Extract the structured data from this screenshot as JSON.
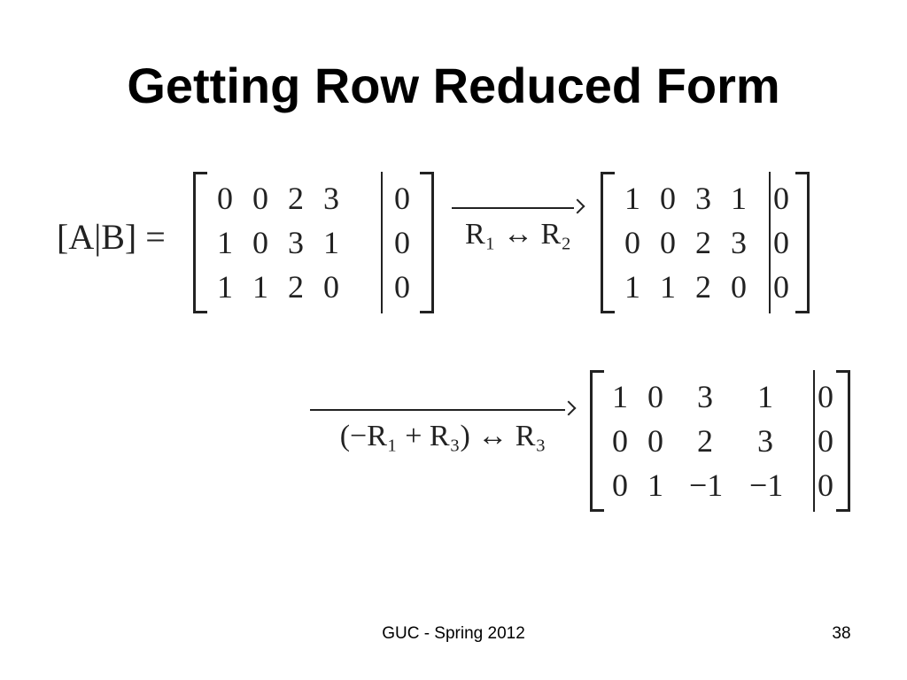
{
  "slide": {
    "title": "Getting Row Reduced Form",
    "footer": "GUC - Spring 2012",
    "page_number": "38"
  },
  "equation": {
    "lhs": "[A|B] =",
    "matrices": [
      {
        "rows": [
          [
            "0",
            "0",
            "2",
            "3",
            "0"
          ],
          [
            "1",
            "0",
            "3",
            "1",
            "0"
          ],
          [
            "1",
            "1",
            "2",
            "0",
            "0"
          ]
        ]
      },
      {
        "rows": [
          [
            "1",
            "0",
            "3",
            "1",
            "0"
          ],
          [
            "0",
            "0",
            "2",
            "3",
            "0"
          ],
          [
            "1",
            "1",
            "2",
            "0",
            "0"
          ]
        ]
      },
      {
        "rows": [
          [
            "1",
            "0",
            "3",
            "1",
            "0"
          ],
          [
            "0",
            "0",
            "2",
            "3",
            "0"
          ],
          [
            "0",
            "1",
            "−1",
            "−1",
            "0"
          ]
        ]
      }
    ],
    "operations": [
      {
        "label": "R₁ ↔ R₂"
      },
      {
        "label": "(−R₁ + R₃) ↔ R₃"
      }
    ]
  }
}
